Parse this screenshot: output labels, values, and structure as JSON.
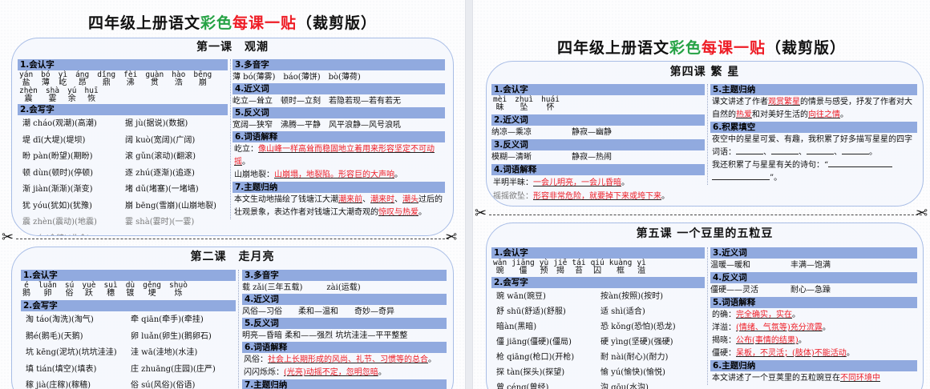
{
  "pages": [
    {
      "title": {
        "part1": "四年级上册语文",
        "part2": "彩色",
        "part3": "每课一贴",
        "part4": "（裁剪版）",
        "colors": {
          "green": "#25a244",
          "red": "#ee1c25"
        }
      },
      "lessons": [
        {
          "title": "第一课　观潮",
          "sections": {
            "recognize": {
              "label": "1.会认字",
              "items": [
                {
                  "p": "yán",
                  "c": "盐"
                },
                {
                  "p": "bó",
                  "c": "薄"
                },
                {
                  "p": "yì",
                  "c": "屹"
                },
                {
                  "p": "áng",
                  "c": "昂"
                },
                {
                  "p": "dǐng",
                  "c": "鼎"
                },
                {
                  "p": "fèi",
                  "c": "沸"
                },
                {
                  "p": "guàn",
                  "c": "贯"
                },
                {
                  "p": "hào",
                  "c": "浩"
                },
                {
                  "p": "bēng",
                  "c": "崩"
                },
                {
                  "p": "zhèn",
                  "c": "震"
                },
                {
                  "p": "shà",
                  "c": "霎"
                },
                {
                  "p": "yú",
                  "c": "余"
                },
                {
                  "p": "huī",
                  "c": "恢"
                }
              ]
            },
            "write": {
              "label": "2.会写字",
              "items": [
                "潮 cháo(观潮)(高潮)",
                "据 jù(据说)(数据)",
                "堤 dī(大堤)(堤坝)",
                "阔 kuò(宽阔)(广阔)",
                "盼 pàn(盼望)(期盼)",
                "滚 gǔn(滚动)(翻滚)",
                "顿 dùn(顿时)(停顿)",
                "逐 zhú(逐渐)(追逐)",
                "渐 jiàn(渐渐)(渐变)",
                "堵 dǔ(堵塞)(一堵墙)",
                "犹 yóu(犹如)(犹豫)",
                "崩 bēng(雪崩)(山崩地裂)",
                "震 zhèn(震动)(地震)",
                "霎 shà(霎时)(一霎)",
                "余 yú (余粮)(业余)"
              ]
            },
            "polyphone": {
              "label": "3.多音字",
              "text": "薄 bó(薄雾)　báo(薄饼)　bò(薄荷)"
            },
            "synonyms": {
              "label": "4.近义词",
              "text": "屹立—耸立　顿时—立刻　若隐若现—若有若无"
            },
            "antonyms": {
              "label": "5.反义词",
              "text": "宽阔—狭窄　沸腾—平静　风平浪静—风号浪吼"
            },
            "explain": {
              "label": "6.词语解释",
              "items": [
                {
                  "term": "屹立：",
                  "def": "像山峰一样高耸而稳固地立着用来形容坚定不可动摇",
                  "end": "。"
                },
                {
                  "term": "山崩地裂：",
                  "def": "山崩塌，地裂陷。形容巨的大声响",
                  "end": "。"
                }
              ]
            },
            "theme": {
              "label": "7.主题归纳",
              "text_a": "本文生动地描绘了钱塘江大潮",
              "hl1": "潮来前",
              "sep1": "、",
              "hl2": "潮来时",
              "sep2": "、",
              "hl3": "潮头",
              "text_b": "过后的壮观景象，表达作者对钱塘江大潮奇观的",
              "hl4": "惊叹与热爱",
              "end": "。"
            }
          }
        },
        {
          "title": "第二课　走月亮",
          "sections": {
            "recognize": {
              "label": "1.会认字",
              "items": [
                {
                  "p": "é",
                  "c": "鹅"
                },
                {
                  "p": "luǎn",
                  "c": "卵"
                },
                {
                  "p": "sú",
                  "c": "俗"
                },
                {
                  "p": "yuè",
                  "c": "跃"
                },
                {
                  "p": "suì",
                  "c": "穗"
                },
                {
                  "p": "dù",
                  "c": "镀"
                },
                {
                  "p": "gěng",
                  "c": "埂"
                },
                {
                  "p": "shuò",
                  "c": "烁"
                }
              ]
            },
            "write": {
              "label": "2.会写字",
              "items": [
                "淘 táo(淘洗)(淘气)",
                "牵 qiān(牵手)(牵挂)",
                "鹅é(鹅毛)(天鹅)",
                "卵 luǎn(卵生)(鹅卵石)",
                "坑 kēng(泥坑)(坑坑洼洼)",
                "洼 wā(洼地)(水洼)",
                "填 tián(填空)(填表)",
                "庄 zhuāng(庄园)(庄严)",
                "稼 jià(庄稼)(稼穑)",
                "俗 sú(风俗)(俗语)"
              ]
            },
            "polyphone": {
              "label": "3.多音字",
              "text": "载 zǎi(三年五载)　　　zài(运载)"
            },
            "synonyms": {
              "label": "4.近义词",
              "text": "风俗—习俗　　柔和—温和　　奇妙—奇异"
            },
            "antonyms": {
              "label": "5.反义词",
              "text": "明亮—昏暗 柔和——强烈 坑坑洼洼—平平整整"
            },
            "explain": {
              "label": "6.词语解释",
              "items": [
                {
                  "term": "风俗：",
                  "def": "社会上长期形成的风尚、礼节、习惯等的总合",
                  "end": "。"
                },
                {
                  "term": "闪闪烁烁：",
                  "def": "(光亮)动摇不定，忽明忽暗",
                  "end": "。"
                }
              ]
            },
            "theme": {
              "label": "7.主题归纳"
            }
          }
        }
      ]
    },
    {
      "title": {
        "part1": "四年级上册语文",
        "part2": "彩色",
        "part3": "每课一贴",
        "part4": "（裁剪版）"
      },
      "lessons": [
        {
          "title": "第四课 繁 星",
          "sections": {
            "recognize": {
              "label": "1.会认字",
              "items": [
                {
                  "p": "mèi",
                  "c": "昧"
                },
                {
                  "p": "zhuì",
                  "c": "坠"
                },
                {
                  "p": "huái",
                  "c": "怀"
                }
              ]
            },
            "synonyms": {
              "label": "2.近义词",
              "text": "纳凉—乘凉　　　　　静寂—幽静"
            },
            "antonyms": {
              "label": "3.反义词",
              "text": "模糊—清晰　　　　　静寂—热闹"
            },
            "explain": {
              "label": "4.词语解释",
              "items": [
                {
                  "term": "半明半昧：",
                  "def": "一会儿明亮，一会儿昏暗",
                  "end": "。"
                },
                {
                  "term": "摇摇欲坠：",
                  "def": "形容非常危险，就要掉下来或垮下来",
                  "end": "。"
                }
              ]
            },
            "theme": {
              "label": "5.主题归纳",
              "text_a": "课文讲述了作者",
              "hl1": "观赏繁星",
              "text_b": "的情景与感受，抒发了作者对大自然的",
              "hl2": "热爱",
              "text_c": "和对美好生活的",
              "hl3": "向往之情",
              "end": "。"
            },
            "accumulate": {
              "label": "6.积累填空",
              "line1": "夜空中的星星可爱、有趣，我积累了好多描写星星的四字词语：",
              "sep": "、",
              "end": "。",
              "line2": "我还积累了与星星有关的诗句：“",
              "close": "”。"
            }
          }
        },
        {
          "title": "第五课 一个豆里的五粒豆",
          "sections": {
            "recognize": {
              "label": "1.会认字",
              "items": [
                {
                  "p": "wān",
                  "c": "豌"
                },
                {
                  "p": "jiāng",
                  "c": "僵"
                },
                {
                  "p": "yù",
                  "c": "预"
                },
                {
                  "p": "jiē",
                  "c": "揭"
                },
                {
                  "p": "tái",
                  "c": "苔"
                },
                {
                  "p": "qiú",
                  "c": "囚"
                },
                {
                  "p": "kuàng",
                  "c": "框"
                },
                {
                  "p": "yì",
                  "c": "溢"
                }
              ]
            },
            "write": {
              "label": "2.会写字",
              "items": [
                "豌 wān(豌豆)",
                "按àn(按照)(按时)",
                "舒 shū(舒适)(舒服)",
                "适 shì(适合)",
                "暗àn(黑暗)",
                "恐 kǒng(恐怕)(恐龙)",
                "僵 jiāng(僵硬)(僵局)",
                "硬 yìng(坚硬)(强硬)",
                "枪 qiāng(枪口)(开枪)",
                "耐 nài(耐心)(耐力)",
                "探 tàn(探头)(探望)",
                "愉 yú(愉快)(愉悦)",
                "曾 céng(曾经)",
                "沟 gōu(水沟)"
              ]
            },
            "synonyms": {
              "label": "3.近义词",
              "text": "温暖—暖和　　　　　丰满—饱满"
            },
            "antonyms": {
              "label": "4.反义词",
              "text": "僵硬——灵活　　　　耐心—急躁"
            },
            "explain": {
              "label": "5.词语解释",
              "items": [
                {
                  "term": "的确：",
                  "def": "完全确实，实在",
                  "end": "。"
                },
                {
                  "term": "洋溢：",
                  "def": "(情绪、气氛等)充分流露",
                  "end": "。"
                },
                {
                  "term": "揭晓：",
                  "def": "公布(事情的结果)",
                  "end": "。"
                },
                {
                  "term": "僵硬：",
                  "def": "呆板，不灵活；(肢体)不能活动",
                  "end": "。"
                }
              ]
            },
            "theme": {
              "label": "6.主题归纳",
              "text_a": "本文讲述了一个豆荚里的五粒豌豆在",
              "hl1": "不同环境中"
            }
          }
        }
      ]
    }
  ],
  "icons": {
    "scissors": "✂"
  }
}
